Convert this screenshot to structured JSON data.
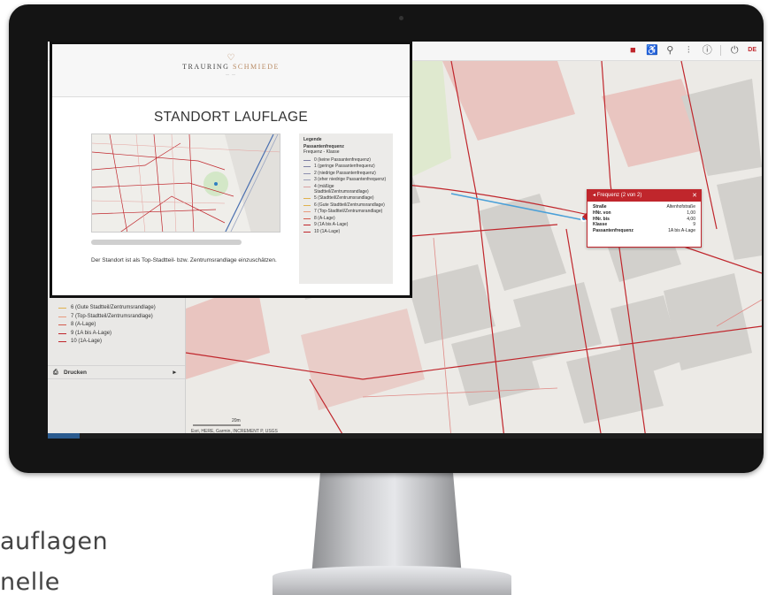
{
  "background_text": {
    "line1": "auflagen",
    "line2": "nelle"
  },
  "app": {
    "lang_label": "DE",
    "toolbar_icons": [
      "folder-icon",
      "accessibility-icon",
      "location-pin-icon",
      "sliders-icon",
      "info-icon",
      "power-icon"
    ]
  },
  "sidebar": {
    "legend_items": [
      "6 (Gute Stadtteil/Zentrumsrandlage)",
      "7 (Top-Stadtteil/Zentrumsrandlage)",
      "8 (A-Lage)",
      "9 (1A bis A-Lage)",
      "10 (1A-Lage)"
    ],
    "print_label": "Drucken"
  },
  "map": {
    "attribution": "Esri, HERE, Garmin, INCREMENT P, USGS",
    "scale_label": "20m"
  },
  "popup": {
    "title": "Frequenz (2 von 2)",
    "rows": [
      {
        "key": "Straße",
        "value": "Altenhofstraße"
      },
      {
        "key": "HNr. von",
        "value": "1,00"
      },
      {
        "key": "HNr. bis",
        "value": "4,00"
      },
      {
        "key": "Klasse",
        "value": "9"
      },
      {
        "key": "Passantenfrequenz",
        "value": "1A bis A-Lage"
      }
    ]
  },
  "report": {
    "logo_main": "TRAURING",
    "logo_accent": "SCHMIEDE",
    "title": "STANDORT LAUFLAGE",
    "description": "Der Standort ist als Top-Stadtteil- bzw. Zentrumsrandlage einzuschätzen.",
    "legend": {
      "title": "Legende",
      "subtitle": "Passantenfrequenz",
      "subsubtitle": "Frequenz - Klasse",
      "items": [
        {
          "label": "0 (keine Passantenfrequenz)",
          "color": "#7d7fa3"
        },
        {
          "label": "1 (geringe Passantenfrequenz)",
          "color": "#7d7fa3"
        },
        {
          "label": "2 (niedrige Passantenfrequenz)",
          "color": "#8e90b0"
        },
        {
          "label": "3 (eher niedrige Passantenfrequenz)",
          "color": "#9ea0b8"
        },
        {
          "label": "4 (mäßige Stadtteil/Zentrumsrandlage)",
          "color": "#d9a0a0"
        },
        {
          "label": "5 (Stadtteil/Zentrumsrandlage)",
          "color": "#e0b24e"
        },
        {
          "label": "6 (Gute Stadtteil/Zentrumsrandlage)",
          "color": "#e0b24e"
        },
        {
          "label": "7 (Top-Stadtteil/Zentrumsrandlage)",
          "color": "#e89b7e"
        },
        {
          "label": "8 (A-Lage)",
          "color": "#d45a4c"
        },
        {
          "label": "9 (1A bis A-Lage)",
          "color": "#c0262c"
        },
        {
          "label": "10 (1A-Lage)",
          "color": "#c0262c"
        }
      ]
    }
  },
  "colors": {
    "accent": "#c0262c",
    "map_bg": "#eceae6",
    "building": "#d2d0cc",
    "green": "#dfe9cf",
    "pink_area": "#e9c5c0"
  }
}
